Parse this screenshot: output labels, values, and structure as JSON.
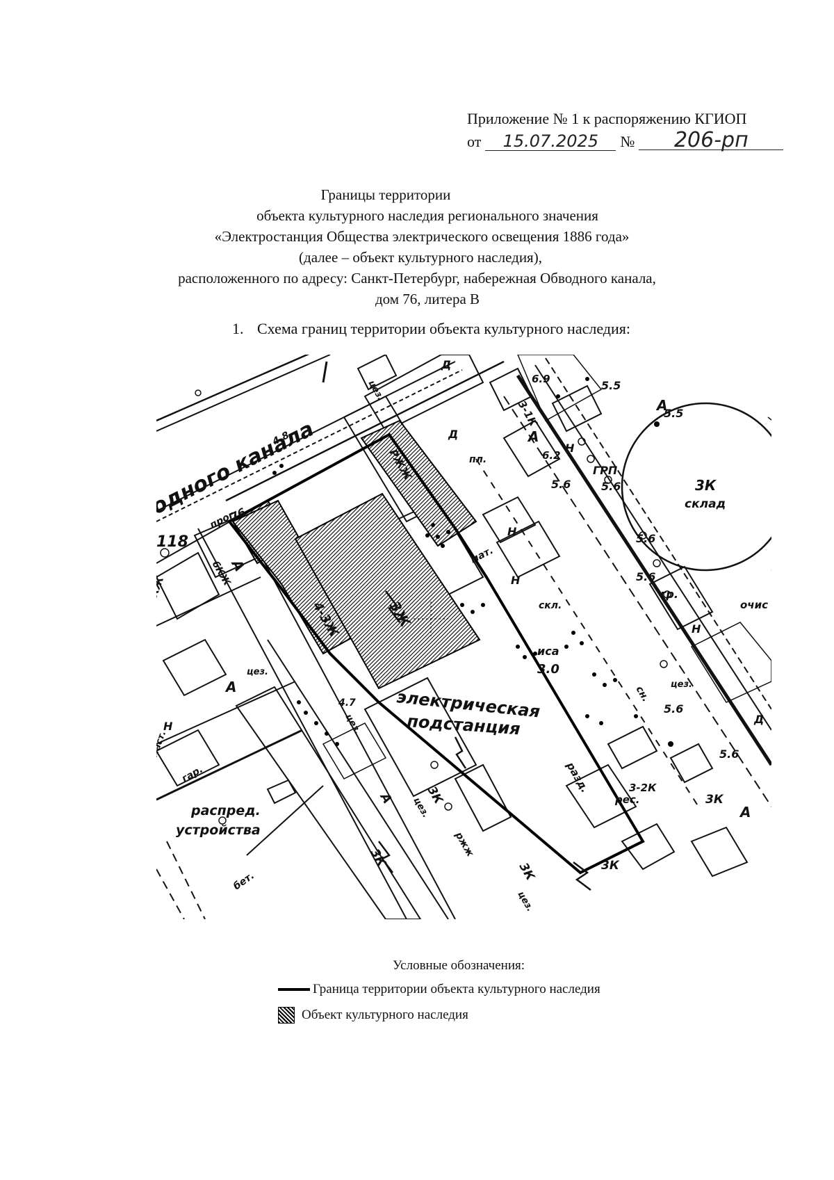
{
  "appendix": {
    "line1": "Приложение № 1 к распоряжению КГИОП",
    "prefix_from": "от",
    "date_handwritten": "15.07.2025",
    "number_sign": "№",
    "number_handwritten": "206-рп"
  },
  "title": {
    "line1": "Границы территории",
    "line2": "объекта культурного наследия регионального значения",
    "line3": "«Электростанция Общества электрического освещения 1886 года»",
    "line4": "(далее – объект культурного наследия),",
    "line5": "расположенного по адресу: Санкт-Петербург, набережная Обводного канала,",
    "line6": "дом 76, литера В"
  },
  "section": {
    "number": "1.",
    "heading": "Схема границ территории объекта культурного наследия:"
  },
  "map": {
    "labels": {
      "canal": "одного канала",
      "elec1": "электрическая",
      "elec2": "подстанция",
      "distrib1": "распред.",
      "distrib2": "устройства",
      "grp": "ГРП",
      "sklad": "склад",
      "sklad_tank": "3К",
      "prog": "прог.",
      "house": "76",
      "num118": "118",
      "b_3zh": "3Ж",
      "b_4_3zh": "4-3Ж",
      "b_3k_a": "3К",
      "b_3k_b": "3К",
      "b_3k_c": "3К",
      "b_3k_d": "3К",
      "b_3k_e": "3К",
      "b_3_1k": "3-1К",
      "b_3_2k": "3-2К",
      "b_6kzh": "6КЖ",
      "b_kzh": "КЖ",
      "b_rzhzh": "РЖЖ",
      "b_a1": "А",
      "b_a2": "А",
      "b_a3": "А",
      "b_a4": "А",
      "b_a5": "А",
      "b_a6": "А",
      "b_n1": "Н",
      "b_n2": "Н",
      "b_n3": "Н",
      "b_n4": "Н",
      "b_n5": "Н",
      "b_d1": "Д",
      "b_d2": "Д",
      "b_d3": "Д",
      "skl": "скл.",
      "mat": "мат.",
      "tsz1": "цез.",
      "tsz2": "цез.",
      "tsz3": "цез.",
      "tsz4": "цез.",
      "tsz5": "цез.",
      "tsz6": "цез.",
      "gr": "гр.",
      "ochi": "очис",
      "res": "рес.",
      "razd": "разд.",
      "bet": "бет.",
      "gar": "гар.",
      "mast": "маст.",
      "rzhzh": "ржж",
      "sn": "сн.",
      "pl": "пл.",
      "itsa": "иса",
      "v48": "4.8",
      "v47": "4.7",
      "v55a": "5.5",
      "v55b": "5.5",
      "v69": "6.9",
      "v62": "6.2",
      "v56a": "5.6",
      "v56b": "5.6",
      "v56c": "5.6",
      "v56d": "5.6",
      "v56e": "5.6",
      "v56f": "5.6",
      "v30": "3.0"
    }
  },
  "legend": {
    "title": "Условные обозначения:",
    "item_boundary": "Граница территории объекта культурного наследия",
    "item_object": "Объект культурного наследия"
  },
  "colors": {
    "ink": "#111111",
    "hatch": "#000000",
    "paper": "#ffffff"
  }
}
